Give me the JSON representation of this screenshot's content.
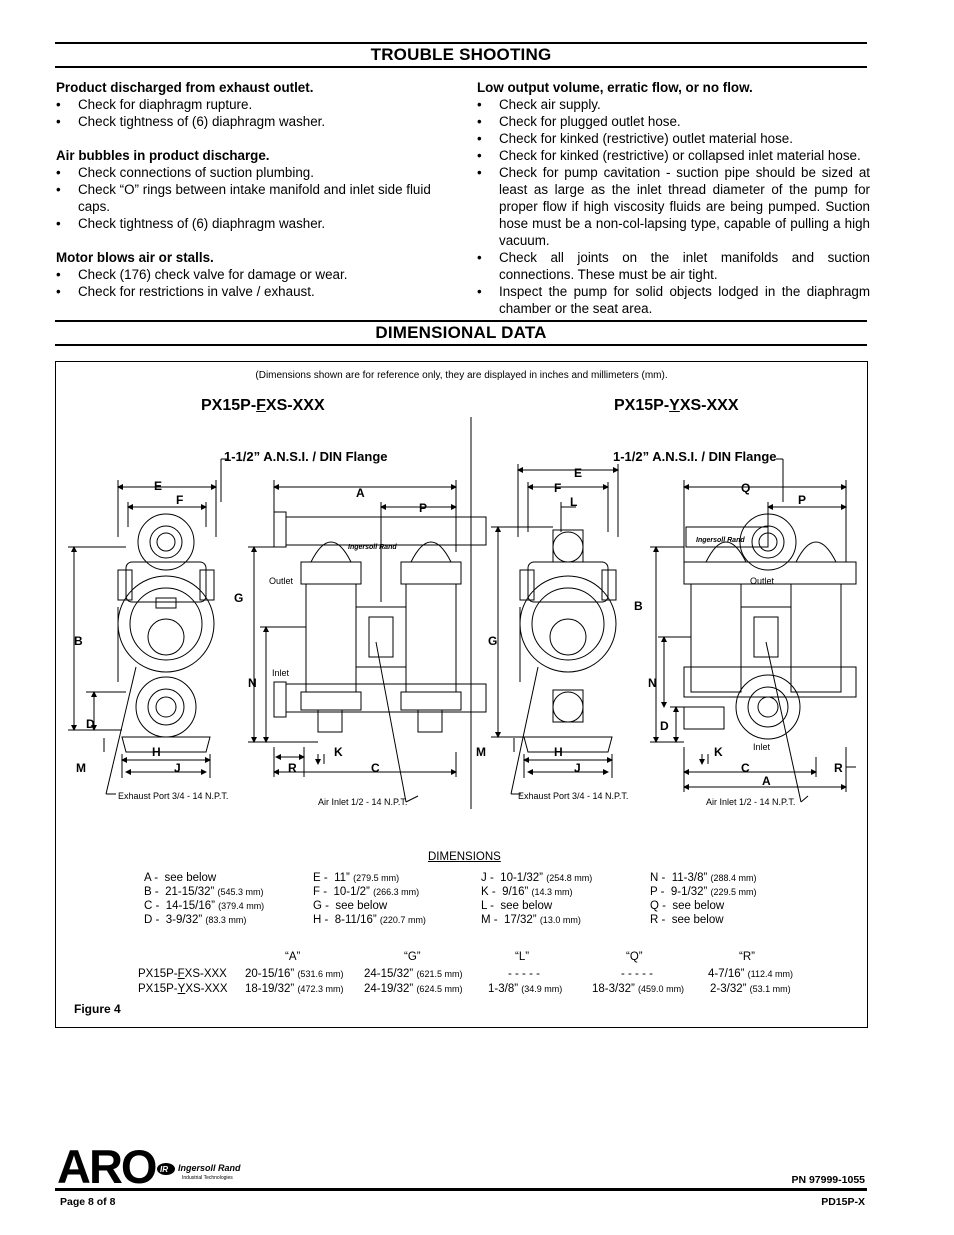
{
  "sections": {
    "trouble": "TROUBLE SHOOTING",
    "dimensional": "DIMENSIONAL DATA"
  },
  "trouble_left": [
    {
      "heading": "Product discharged from exhaust outlet.",
      "items": [
        "Check for diaphragm rupture.",
        "Check tightness of (6) diaphragm washer."
      ]
    },
    {
      "heading": "Air bubbles in product discharge.",
      "items": [
        "Check connections of suction plumbing.",
        "Check “O” rings between intake manifold and inlet side fluid caps.",
        "Check tightness of (6) diaphragm washer."
      ]
    },
    {
      "heading": "Motor blows air or stalls.",
      "items": [
        "Check (176) check valve for damage or wear.",
        "Check for restrictions in valve / exhaust."
      ]
    }
  ],
  "trouble_right": {
    "heading": "Low output volume, erratic flow, or no flow.",
    "items": [
      "Check air supply.",
      "Check for plugged outlet hose.",
      "Check for kinked (restrictive) outlet material hose.",
      "Check for kinked (restrictive) or collapsed inlet material hose.",
      "Check for pump cavitation - suction pipe should be sized at least as large as the inlet thread diameter of the pump for proper flow if high viscosity fluids are being pumped. Suction hose must be a non-col-lapsing type, capable of pulling a high vacuum.",
      "Check all joints on the inlet manifolds and suction connections. These must be air tight.",
      "Inspect the pump for solid objects lodged in the diaphragm chamber or the seat area."
    ]
  },
  "figure": {
    "note": "(Dimensions shown are for reference only, they are displayed in inches and millimeters (mm).",
    "model_left": {
      "pre": "PX15P-",
      "u": "F",
      "post": "XS-XXX"
    },
    "model_right": {
      "pre": "PX15P-",
      "u": "Y",
      "post": "XS-XXX"
    },
    "flange_label": "1-1/2” A.N.S.I. / DIN Flange",
    "outlet": "Outlet",
    "inlet": "Inlet",
    "exhaust_port": "Exhaust Port 3/4 - 14 N.P.T.",
    "air_inlet": "Air Inlet 1/2 - 14 N.P.T.",
    "letters": {
      "A": "A",
      "B": "B",
      "C": "C",
      "D": "D",
      "E": "E",
      "F": "F",
      "G": "G",
      "H": "H",
      "J": "J",
      "K": "K",
      "L": "L",
      "M": "M",
      "N": "N",
      "P": "P",
      "Q": "Q",
      "R": "R"
    },
    "brand_badge": "Ingersoll Rand",
    "label": "Figure 4"
  },
  "dimensions": {
    "header": "DIMENSIONS",
    "columns": [
      [
        {
          "k": "A -",
          "v": "see below",
          "mm": ""
        },
        {
          "k": "B -",
          "v": "21-15/32”",
          "mm": "(545.3 mm)"
        },
        {
          "k": "C -",
          "v": "14-15/16”",
          "mm": "(379.4 mm)"
        },
        {
          "k": "D -",
          "v": "3-9/32”",
          "mm": "(83.3 mm)"
        }
      ],
      [
        {
          "k": "E -",
          "v": "11”",
          "mm": "(279.5 mm)"
        },
        {
          "k": "F -",
          "v": "10-1/2”",
          "mm": "(266.3 mm)"
        },
        {
          "k": "G -",
          "v": "see below",
          "mm": ""
        },
        {
          "k": "H -",
          "v": "8-11/16”",
          "mm": "(220.7 mm)"
        }
      ],
      [
        {
          "k": "J -",
          "v": "10-1/32”",
          "mm": "(254.8 mm)"
        },
        {
          "k": "K -",
          "v": "9/16”",
          "mm": "(14.3 mm)"
        },
        {
          "k": "L -",
          "v": "see below",
          "mm": ""
        },
        {
          "k": "M -",
          "v": "17/32”",
          "mm": "(13.0 mm)"
        }
      ],
      [
        {
          "k": "N -",
          "v": "11-3/8”",
          "mm": "(288.4 mm)"
        },
        {
          "k": "P -",
          "v": "9-1/32”",
          "mm": "(229.5 mm)"
        },
        {
          "k": "Q -",
          "v": "see below",
          "mm": ""
        },
        {
          "k": "R -",
          "v": "see below",
          "mm": ""
        }
      ]
    ],
    "variants": {
      "headers": [
        "“A”",
        "“G”",
        "“L”",
        "“Q”",
        "“R”"
      ],
      "rows": [
        {
          "model": {
            "pre": "PX15P-",
            "u": "F",
            "post": "XS-XXX"
          },
          "cells": [
            {
              "v": "20-15/16”",
              "mm": "(531.6 mm)"
            },
            {
              "v": "24-15/32”",
              "mm": "(621.5 mm)"
            },
            {
              "v": "- - - - -",
              "mm": ""
            },
            {
              "v": "- - - - -",
              "mm": ""
            },
            {
              "v": "4-7/16”",
              "mm": "(112.4 mm)"
            }
          ]
        },
        {
          "model": {
            "pre": "PX15P-",
            "u": "Y",
            "post": "XS-XXX"
          },
          "cells": [
            {
              "v": "18-19/32”",
              "mm": "(472.3 mm)"
            },
            {
              "v": "24-19/32”",
              "mm": "(624.5 mm)"
            },
            {
              "v": "1-3/8”",
              "mm": "(34.9 mm)"
            },
            {
              "v": "18-3/32”",
              "mm": "(459.0 mm)"
            },
            {
              "v": "2-3/32”",
              "mm": "(53.1 mm)"
            }
          ]
        }
      ]
    }
  },
  "footer": {
    "logo": "ARO",
    "brand": "Ingersoll Rand",
    "brand_sub": "Industrial Technologies",
    "pn": "PN 97999-1055",
    "page": "Page  8 of 8",
    "doc": "PD15P-X"
  }
}
